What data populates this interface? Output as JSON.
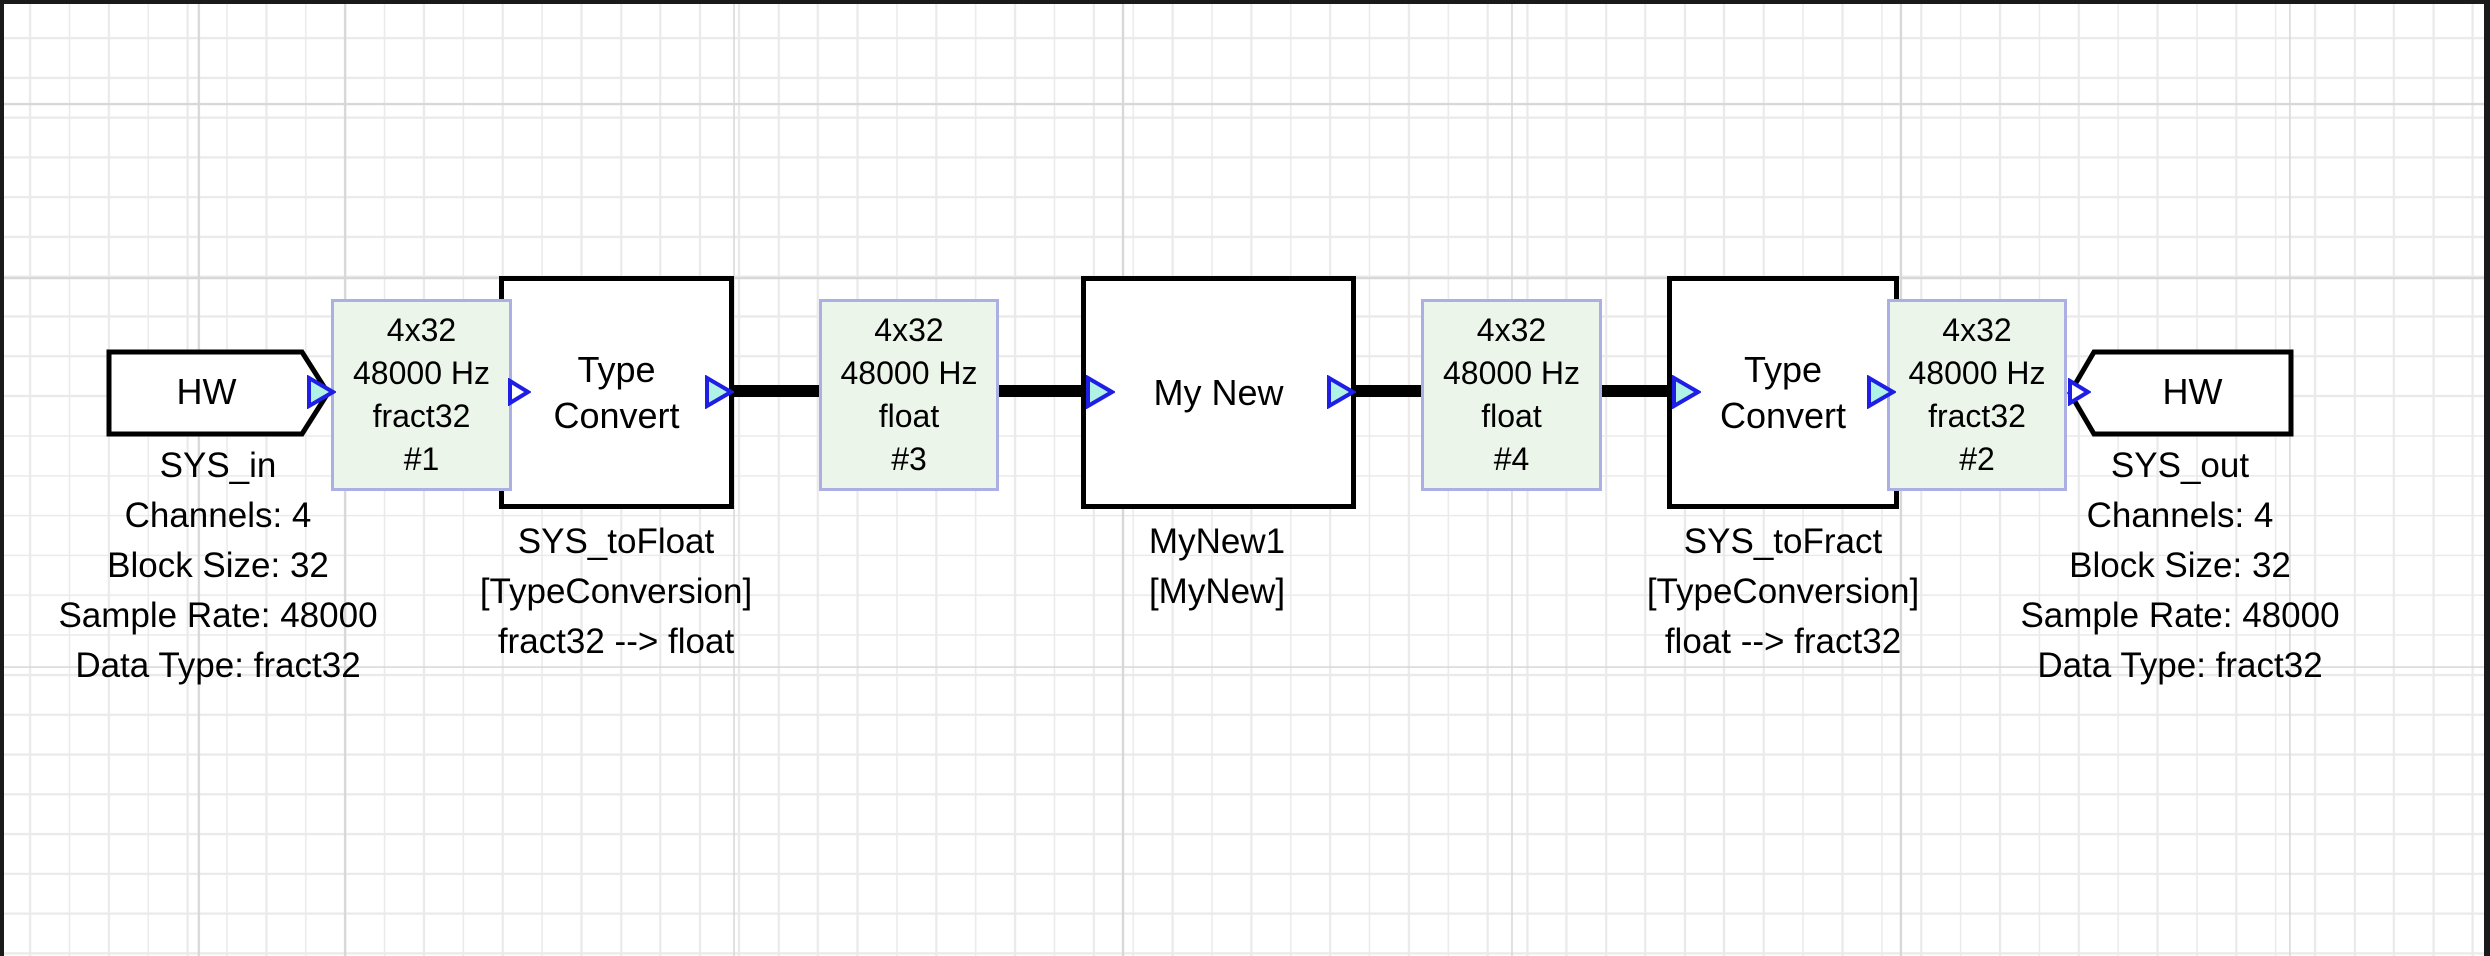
{
  "colors": {
    "frame": "#1a1a1a",
    "grid_minor": "#eaeaea",
    "grid_major": "#d7d7d7",
    "block_border": "#000000",
    "block_fill": "#ffffff",
    "wire": "#000000",
    "wirebox_fill": "#ecf5ea",
    "wirebox_border": "#abafe4",
    "pin_fill": "#b0f2e6",
    "pin_stroke": "#1e1ee4",
    "text": "#000000"
  },
  "nodes": {
    "hw_in": {
      "title": "HW",
      "label_lines": [
        "SYS_in",
        "Channels: 4",
        "Block Size: 32",
        "Sample Rate: 48000",
        "Data Type: fract32"
      ]
    },
    "type_convert_1": {
      "title_lines": [
        "Type",
        "Convert"
      ],
      "label_lines": [
        "SYS_toFloat",
        "[TypeConversion]",
        "fract32 --> float"
      ]
    },
    "my_new": {
      "title": "My New",
      "label_lines": [
        "MyNew1",
        "[MyNew]"
      ]
    },
    "type_convert_2": {
      "title_lines": [
        "Type",
        "Convert"
      ],
      "label_lines": [
        "SYS_toFract",
        "[TypeConversion]",
        "float --> fract32"
      ]
    },
    "hw_out": {
      "title": "HW",
      "label_lines": [
        "SYS_out",
        "Channels: 4",
        "Block Size: 32",
        "Sample Rate: 48000",
        "Data Type: fract32"
      ]
    }
  },
  "wire_labels": {
    "wire_1": {
      "lines": [
        "4x32",
        "48000 Hz",
        "fract32",
        "#1"
      ]
    },
    "wire_3": {
      "lines": [
        "4x32",
        "48000 Hz",
        "float",
        "#3"
      ]
    },
    "wire_4": {
      "lines": [
        "4x32",
        "48000 Hz",
        "float",
        "#4"
      ]
    },
    "wire_2": {
      "lines": [
        "4x32",
        "48000 Hz",
        "fract32",
        "#2"
      ]
    }
  }
}
